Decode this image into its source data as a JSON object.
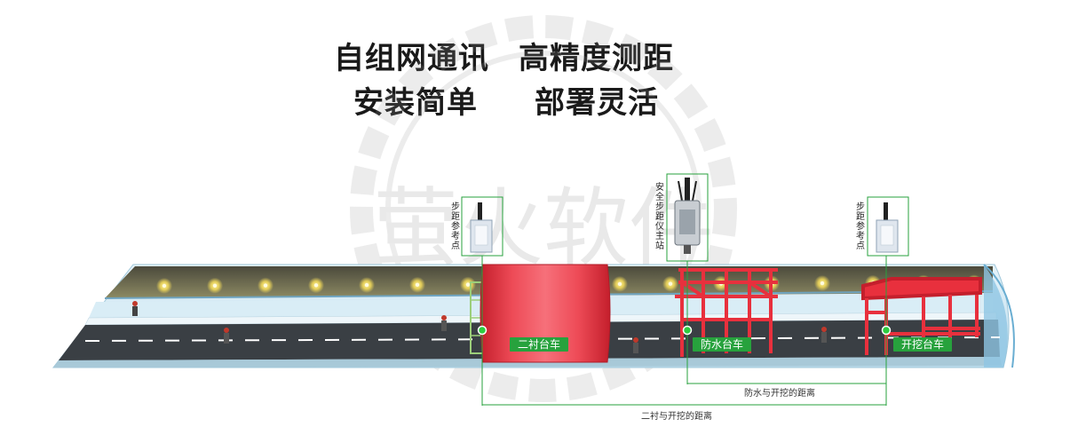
{
  "headline": {
    "line1_left": "自组网通讯",
    "line1_right": "高精度测距",
    "line2_left": "安装简单",
    "line2_right": "部署灵活"
  },
  "watermark": {
    "text": "萤火软件"
  },
  "devices": {
    "ref_left": "步距参考点",
    "main_station": "安全步距仪主站",
    "ref_right": "步距参考点"
  },
  "vehicles": {
    "lining": "二衬台车",
    "waterproof": "防水台车",
    "excavation": "开挖台车"
  },
  "dimensions": {
    "waterproof_to_excavation": "防水与开挖的距离",
    "lining_to_excavation": "二衬与开挖的距离"
  },
  "colors": {
    "accent_green": "#27a23d",
    "trolley_red": "#e8303d",
    "road": "#3a3f44",
    "tunnel_wall": "#cfe6f1"
  }
}
